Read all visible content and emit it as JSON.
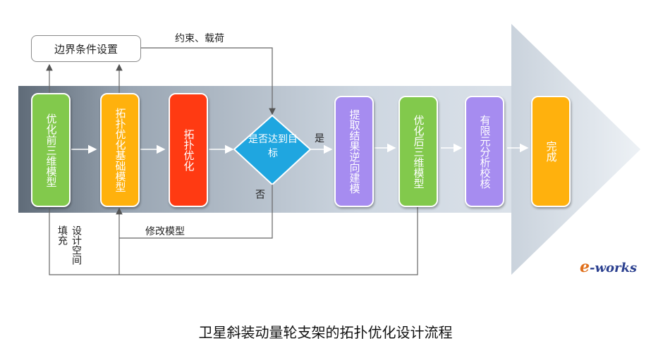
{
  "title": "卫星斜装动量轮支架的拓扑优化设计流程",
  "colors": {
    "green": "#82c94c",
    "orange": "#ffb10d",
    "red": "#ff3a12",
    "purple": "#a68cf0",
    "blue": "#1fa6e0",
    "arrow_band": "#b8c4d2"
  },
  "boundary_box": "边界条件设置",
  "constraint_label": "约束、载荷",
  "nodes": {
    "pre_model": "优化前三维模型",
    "topo_base": "拓扑优化基础模型",
    "topo_opt": "拓扑优化",
    "decision": "是否达到目标",
    "extract": "提取结果逆向建模",
    "post_model": "优化后三维模型",
    "fea": "有限元分析校核",
    "done": "完成"
  },
  "yes_label": "是",
  "no_label": "否",
  "modify_label": "修改模型",
  "design_space_label": "设计空间填充",
  "logo": {
    "e": "e",
    "rest": "-works"
  }
}
